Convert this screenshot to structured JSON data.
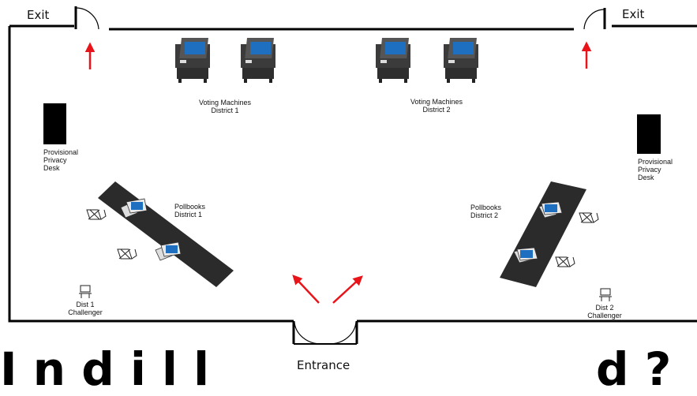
{
  "labels": {
    "exit_left": "Exit",
    "exit_right": "Exit",
    "entrance": "Entrance",
    "voting_d1": "Voting Machines\nDistrict 1",
    "voting_d2": "Voting Machines\nDistrict 2",
    "provisional_left": "Provisional\nPrivacy\nDesk",
    "provisional_right": "Provisional\nPrivacy\nDesk",
    "pollbooks_d1": "Pollbooks\nDistrict 1",
    "pollbooks_d2": "Pollbooks\nDistrict 2",
    "challenger_d1": "Dist 1\nChallenger",
    "challenger_d2": "Dist 2\nChallenger"
  },
  "big_text": {
    "left": "I n d i l l",
    "right": "d ?"
  },
  "colors": {
    "wall": "#000000",
    "arrow": "#e8141a",
    "table": "#2b2b2b",
    "desk": "#000000",
    "machine_body": "#3a3a3a",
    "screen": "#1f6fc0"
  }
}
